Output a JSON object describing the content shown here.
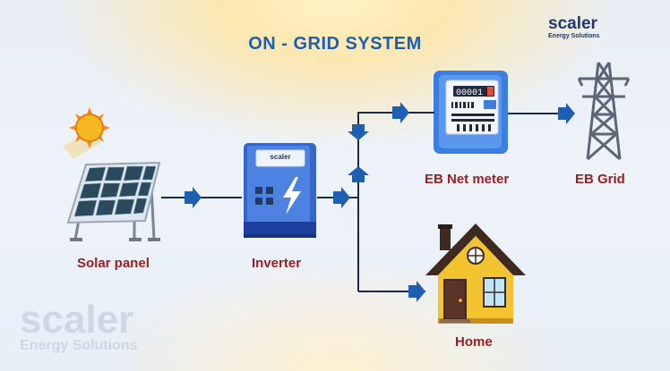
{
  "title": "ON - GRID SYSTEM",
  "brand": {
    "name": "scaler",
    "sub": "Energy Solutions"
  },
  "watermark": {
    "name": "scaler",
    "sub": "Energy Solutions"
  },
  "inverter_brand": "scaler",
  "meter_display": "00001",
  "labels": {
    "solar_panel": "Solar panel",
    "inverter": "Inverter",
    "net_meter": "EB Net meter",
    "grid": "EB Grid",
    "home": "Home"
  },
  "colors": {
    "title": "#1d5fb3",
    "label": "#9b1f22",
    "arrow": "#1d5fb3",
    "line": "#1b2a45"
  }
}
